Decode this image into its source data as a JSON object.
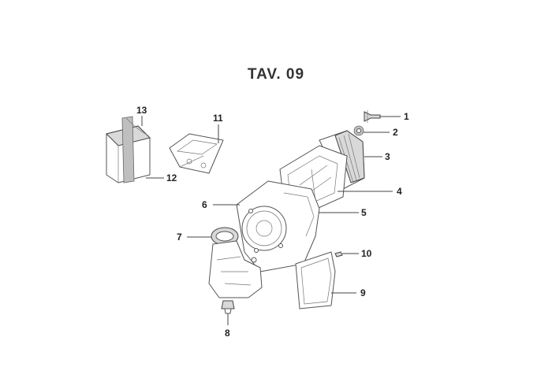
{
  "title": "TAV. 09",
  "callouts": [
    {
      "id": "1",
      "label": "1"
    },
    {
      "id": "2",
      "label": "2"
    },
    {
      "id": "3",
      "label": "3"
    },
    {
      "id": "4",
      "label": "4"
    },
    {
      "id": "5",
      "label": "5"
    },
    {
      "id": "6",
      "label": "6"
    },
    {
      "id": "7",
      "label": "7"
    },
    {
      "id": "8",
      "label": "8"
    },
    {
      "id": "9",
      "label": "9"
    },
    {
      "id": "10",
      "label": "10"
    },
    {
      "id": "11",
      "label": "11"
    },
    {
      "id": "12",
      "label": "12"
    },
    {
      "id": "13",
      "label": "13"
    }
  ]
}
